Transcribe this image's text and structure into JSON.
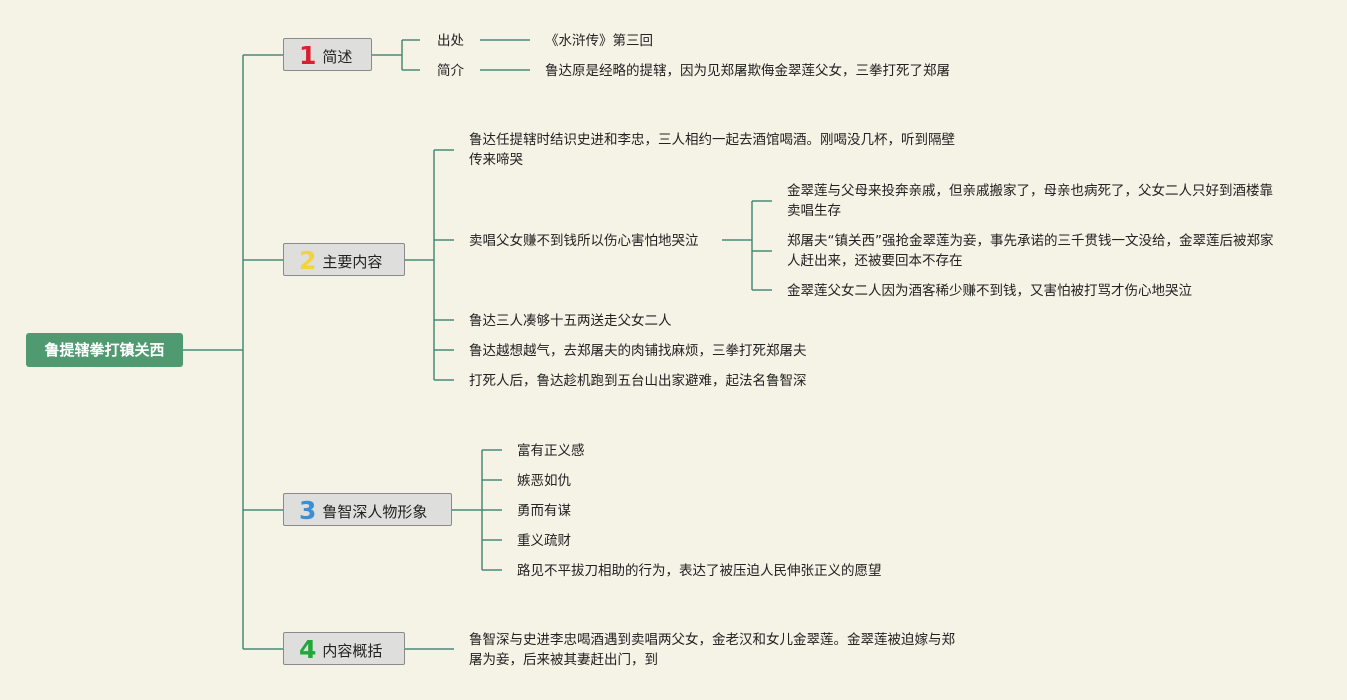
{
  "root": {
    "title": "鲁提辖拳打镇关西"
  },
  "branches": [
    {
      "num": "1",
      "num_color": "#d8202e",
      "label": "简述",
      "items": [
        {
          "key": "出处",
          "value": "《水浒传》第三回"
        },
        {
          "key": "简介",
          "value": "鲁达原是经略的提辖，因为见郑屠欺侮金翠莲父女，三拳打死了郑屠"
        }
      ]
    },
    {
      "num": "2",
      "num_color": "#f2d33a",
      "label": "主要内容",
      "items": [
        {
          "text": "鲁达任提辖时结识史进和李忠，三人相约一起去酒馆喝酒。刚喝没几杯，听到隔壁传来啼哭"
        },
        {
          "text": "卖唱父女赚不到钱所以伤心害怕地哭泣",
          "children": [
            "金翠莲与父母来投奔亲戚，但亲戚搬家了，母亲也病死了，父女二人只好到酒楼靠卖唱生存",
            "郑屠夫“镇关西”强抢金翠莲为妾，事先承诺的三千贯钱一文没给，金翠莲后被郑家人赶出来，还被要回本不存在",
            "金翠莲父女二人因为酒客稀少赚不到钱，又害怕被打骂才伤心地哭泣"
          ]
        },
        {
          "text": "鲁达三人凑够十五两送走父女二人"
        },
        {
          "text": "鲁达越想越气，去郑屠夫的肉铺找麻烦，三拳打死郑屠夫"
        },
        {
          "text": "打死人后，鲁达趁机跑到五台山出家避难，起法名鲁智深"
        }
      ]
    },
    {
      "num": "3",
      "num_color": "#3a8fd6",
      "label": "鲁智深人物形象",
      "items": [
        {
          "text": "富有正义感"
        },
        {
          "text": "嫉恶如仇"
        },
        {
          "text": "勇而有谋"
        },
        {
          "text": "重义疏财"
        },
        {
          "text": "路见不平拔刀相助的行为，表达了被压迫人民伸张正义的愿望"
        }
      ]
    },
    {
      "num": "4",
      "num_color": "#22a63a",
      "label": "内容概括",
      "items": [
        {
          "text": "鲁智深与史进李忠喝酒遇到卖唱两父女，金老汉和女儿金翠莲。金翠莲被迫嫁与郑屠为妾，后来被其妻赶出门，到"
        }
      ]
    }
  ]
}
